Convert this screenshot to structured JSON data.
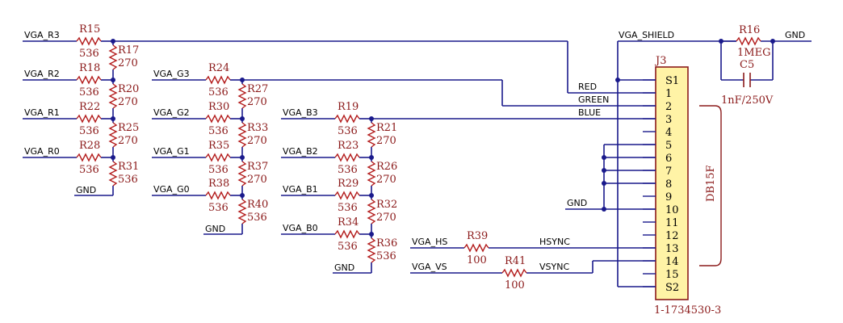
{
  "nets": {
    "vga_r3": "VGA_R3",
    "vga_r2": "VGA_R2",
    "vga_r1": "VGA_R1",
    "vga_r0": "VGA_R0",
    "vga_g3": "VGA_G3",
    "vga_g2": "VGA_G2",
    "vga_g1": "VGA_G1",
    "vga_g0": "VGA_G0",
    "vga_b3": "VGA_B3",
    "vga_b2": "VGA_B2",
    "vga_b1": "VGA_B1",
    "vga_b0": "VGA_B0",
    "vga_hs": "VGA_HS",
    "vga_vs": "VGA_VS",
    "vga_shield": "VGA_SHIELD",
    "gnd": "GND",
    "red": "RED",
    "green": "GREEN",
    "blue": "BLUE",
    "hsync": "HSYNC",
    "vsync": "VSYNC"
  },
  "resistors": {
    "r15": {
      "ref": "R15",
      "value": "536"
    },
    "r17": {
      "ref": "R17",
      "value": "270"
    },
    "r18": {
      "ref": "R18",
      "value": "536"
    },
    "r20": {
      "ref": "R20",
      "value": "270"
    },
    "r22": {
      "ref": "R22",
      "value": "536"
    },
    "r25": {
      "ref": "R25",
      "value": "270"
    },
    "r28": {
      "ref": "R28",
      "value": "536"
    },
    "r31": {
      "ref": "R31",
      "value": "536"
    },
    "r24": {
      "ref": "R24",
      "value": "536"
    },
    "r27": {
      "ref": "R27",
      "value": "270"
    },
    "r30": {
      "ref": "R30",
      "value": "536"
    },
    "r33": {
      "ref": "R33",
      "value": "270"
    },
    "r35": {
      "ref": "R35",
      "value": "536"
    },
    "r37": {
      "ref": "R37",
      "value": "270"
    },
    "r38": {
      "ref": "R38",
      "value": "536"
    },
    "r40": {
      "ref": "R40",
      "value": "536"
    },
    "r19": {
      "ref": "R19",
      "value": "536"
    },
    "r21": {
      "ref": "R21",
      "value": "270"
    },
    "r23": {
      "ref": "R23",
      "value": "536"
    },
    "r26": {
      "ref": "R26",
      "value": "270"
    },
    "r29": {
      "ref": "R29",
      "value": "536"
    },
    "r32": {
      "ref": "R32",
      "value": "270"
    },
    "r34": {
      "ref": "R34",
      "value": "536"
    },
    "r36": {
      "ref": "R36",
      "value": "536"
    },
    "r39": {
      "ref": "R39",
      "value": "100"
    },
    "r41": {
      "ref": "R41",
      "value": "100"
    },
    "r16": {
      "ref": "R16",
      "value": "1MEG"
    }
  },
  "capacitor": {
    "ref": "C5",
    "value": "1nF/250V"
  },
  "connector": {
    "ref": "J3",
    "part": "1-1734530-3",
    "type": "DB15F",
    "pins": [
      "S1",
      "1",
      "2",
      "3",
      "4",
      "5",
      "6",
      "7",
      "8",
      "9",
      "10",
      "11",
      "12",
      "13",
      "14",
      "15",
      "S2"
    ]
  },
  "colors": {
    "wire": "#1a1a8c",
    "component": "#b41e1e",
    "connector_fill": "#fff3a6"
  }
}
